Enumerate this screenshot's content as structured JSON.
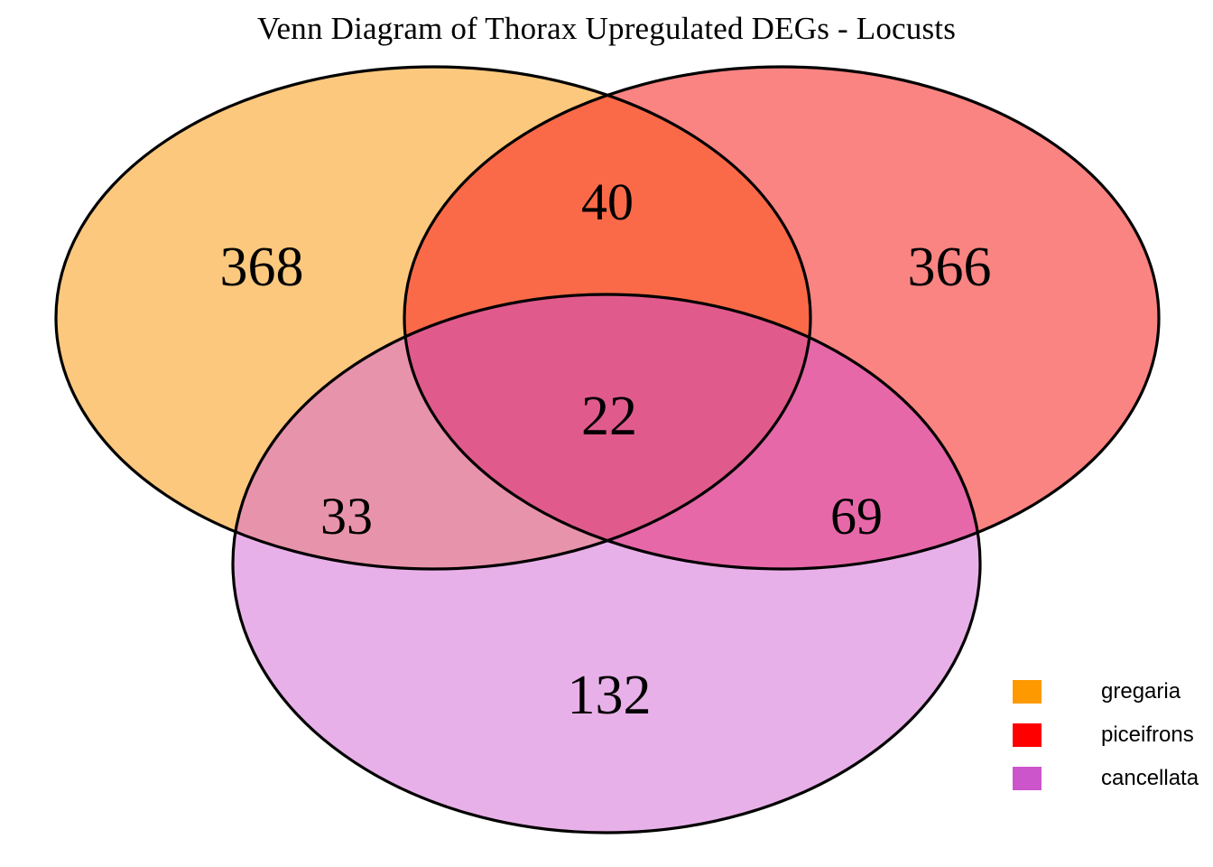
{
  "chart_data": {
    "type": "venn",
    "title": "Venn Diagram of Thorax Upregulated DEGs - Locusts",
    "sets": [
      "gregaria",
      "piceifrons",
      "cancellata"
    ],
    "regions": [
      {
        "key": "gregaria_only",
        "sets": [
          "gregaria"
        ],
        "value": 368
      },
      {
        "key": "piceifrons_only",
        "sets": [
          "piceifrons"
        ],
        "value": 366
      },
      {
        "key": "cancellata_only",
        "sets": [
          "cancellata"
        ],
        "value": 132
      },
      {
        "key": "greg_pice",
        "sets": [
          "gregaria",
          "piceifrons"
        ],
        "value": 40
      },
      {
        "key": "greg_canc",
        "sets": [
          "gregaria",
          "cancellata"
        ],
        "value": 33
      },
      {
        "key": "pice_canc",
        "sets": [
          "piceifrons",
          "cancellata"
        ],
        "value": 69
      },
      {
        "key": "all_three",
        "sets": [
          "gregaria",
          "piceifrons",
          "cancellata"
        ],
        "value": 22
      }
    ],
    "legend_position": "bottom-right",
    "grid": false
  },
  "header": {
    "title": "Venn Diagram of Thorax Upregulated DEGs - Locusts"
  },
  "labels": {
    "gregaria_only": "368",
    "piceifrons_only": "366",
    "cancellata_only": "132",
    "greg_pice": "40",
    "greg_canc": "33",
    "pice_canc": "69",
    "all_three": "22"
  },
  "legend": {
    "items": [
      {
        "label": "gregaria",
        "swatch": "#FF9900",
        "icon": "color-swatch-icon"
      },
      {
        "label": "piceifrons",
        "swatch": "#FF0000",
        "icon": "color-swatch-icon"
      },
      {
        "label": "cancellata",
        "swatch": "#CC55CC",
        "icon": "color-swatch-icon"
      }
    ]
  },
  "colors": {
    "gregaria_fill": "#FCC87E",
    "piceifrons_fill": "#FA8482",
    "cancellata_fill": "#E8B0E8",
    "greg_pice_fill": "#FB6A48",
    "greg_canc_fill": "#E893AC",
    "pice_canc_fill": "#E668A8",
    "all_three_fill": "#E05B8C",
    "outline": "#000000",
    "background": "#FFFFFF",
    "text": "#000000"
  }
}
